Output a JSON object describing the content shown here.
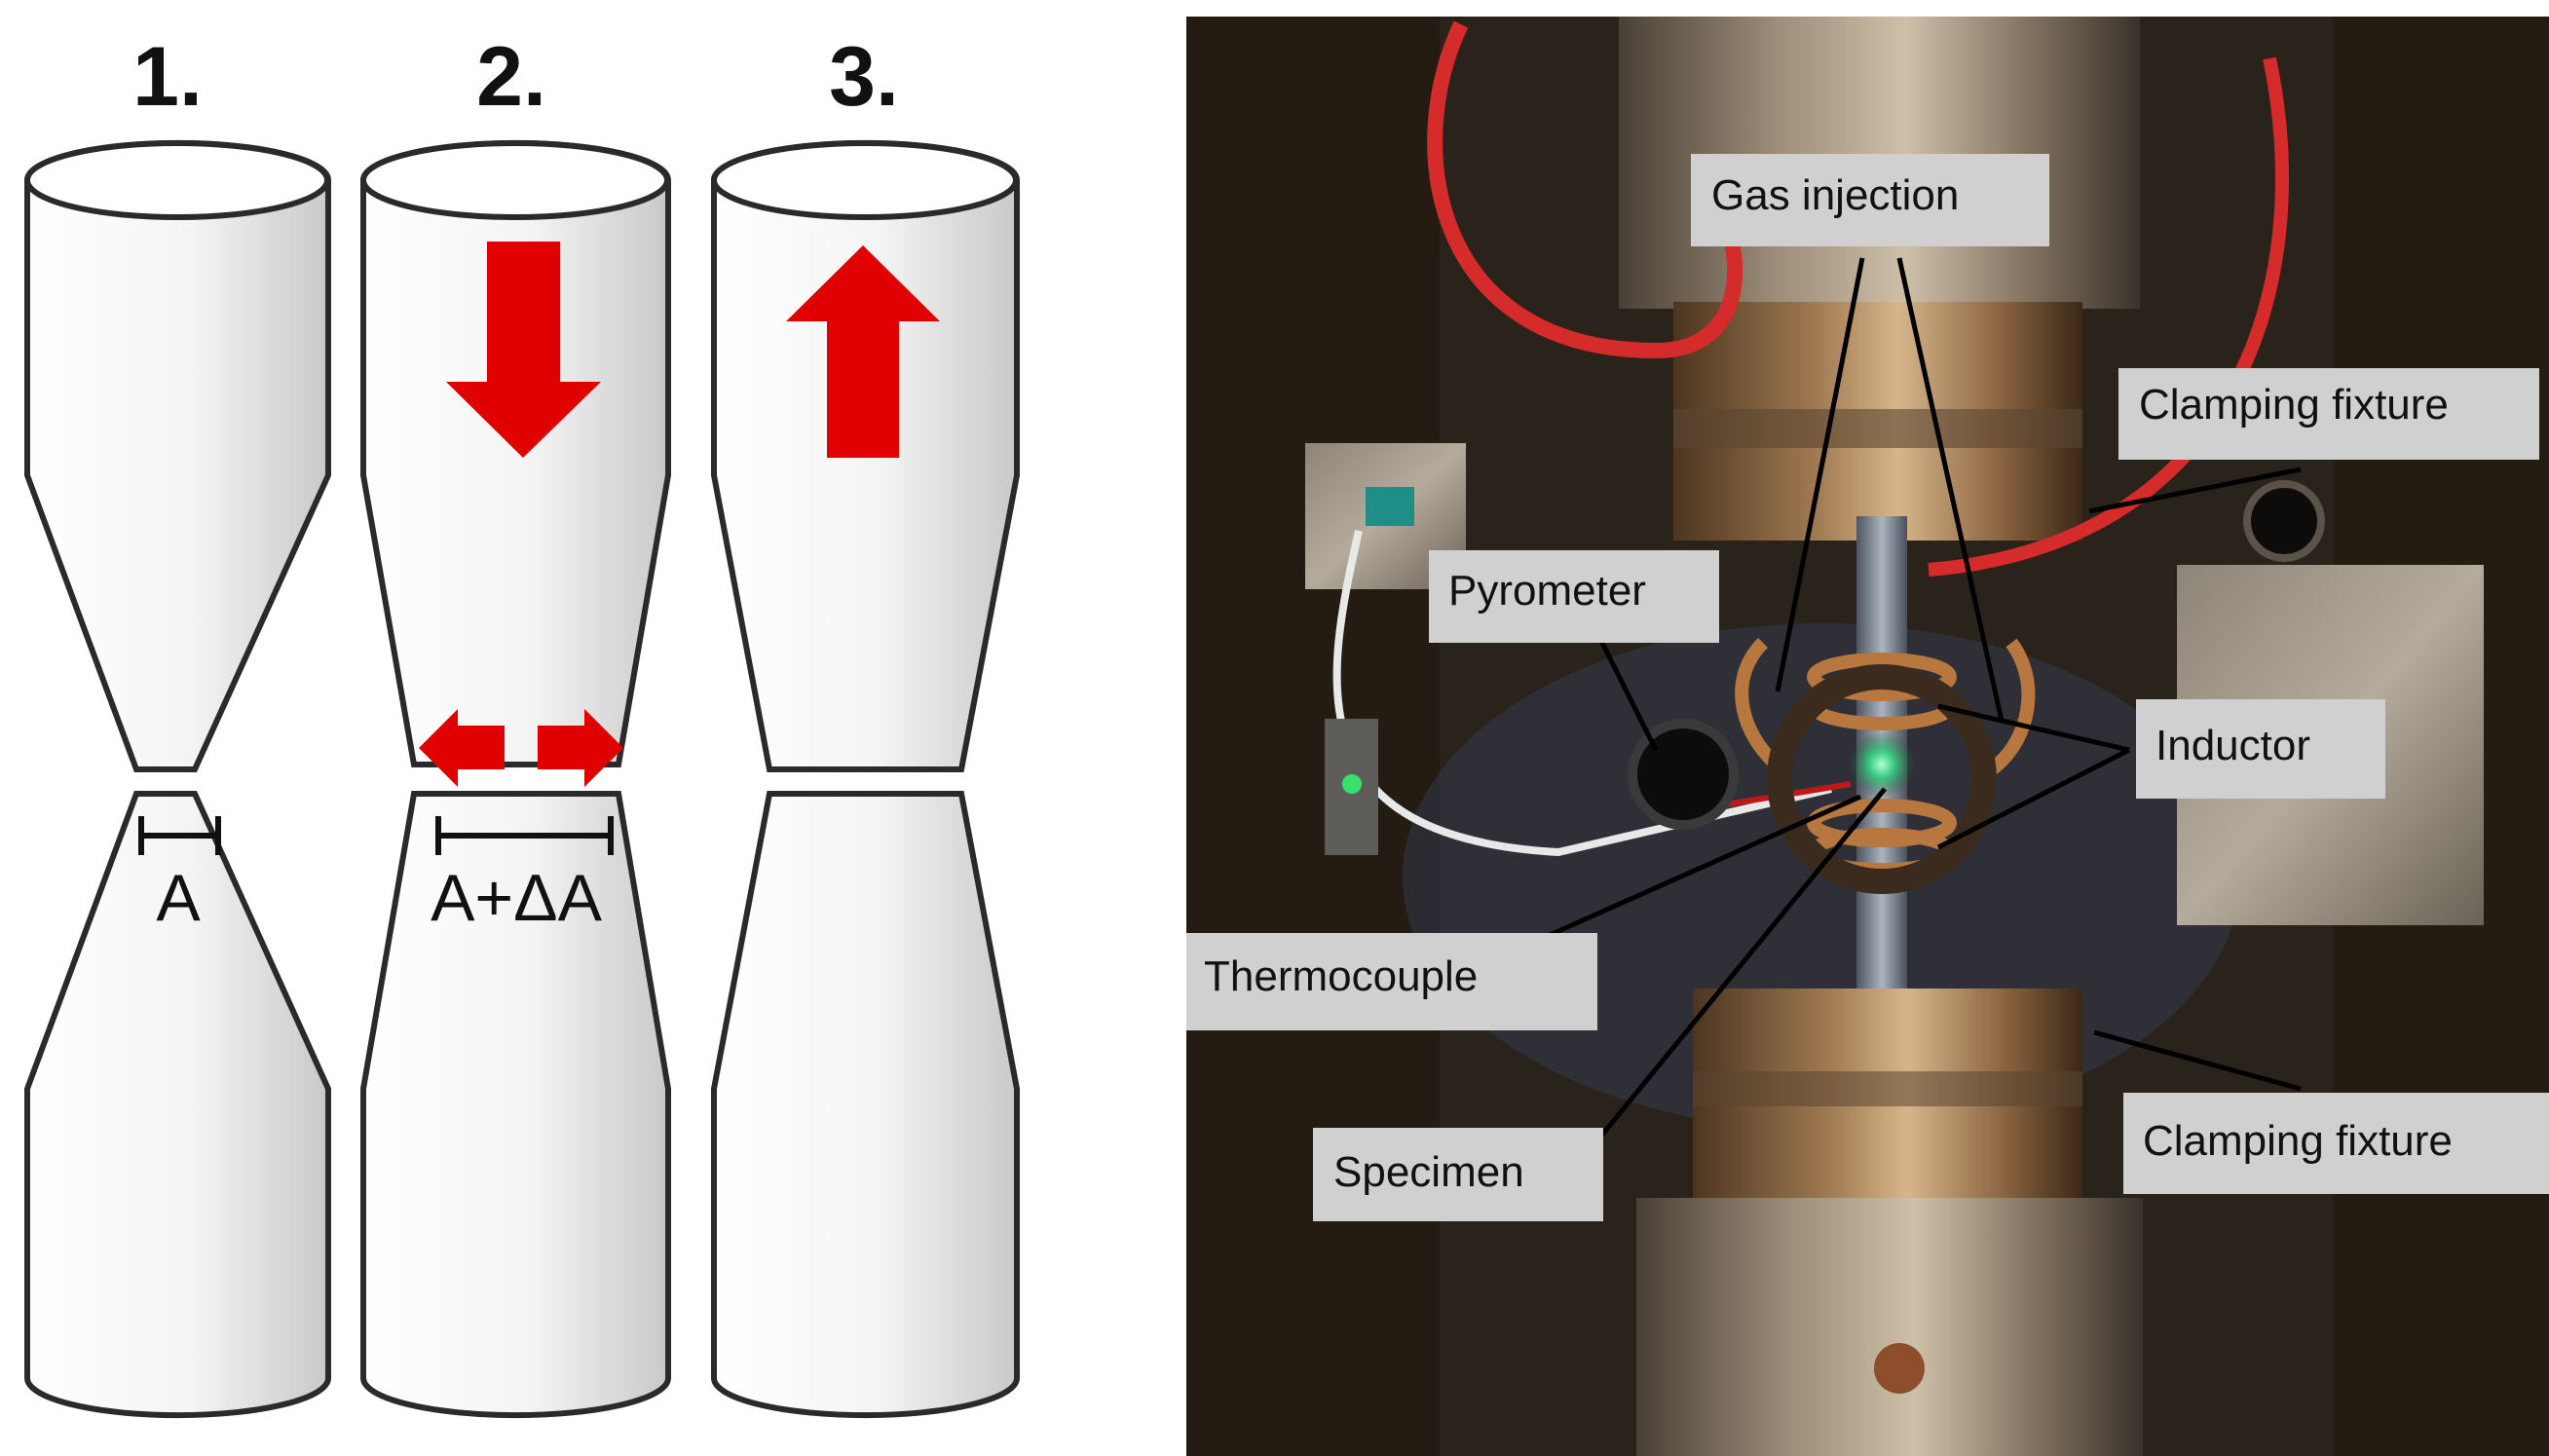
{
  "process_steps": {
    "step1": {
      "number": "1.",
      "dimension_label": "A"
    },
    "step2": {
      "number": "2.",
      "dimension_label": "A+ΔA"
    },
    "step3": {
      "number": "3."
    }
  },
  "photo_labels": {
    "gas_injection": "Gas injection",
    "clamping_fixture_top": "Clamping fixture",
    "pyrometer": "Pyrometer",
    "inductor": "Inductor",
    "thermocouple": "Thermocouple",
    "specimen": "Specimen",
    "clamping_fixture_bottom": "Clamping fixture"
  },
  "colors": {
    "arrow_red": "#e00000",
    "label_box": "#d0d0d0",
    "outline": "#2a2a2a"
  }
}
